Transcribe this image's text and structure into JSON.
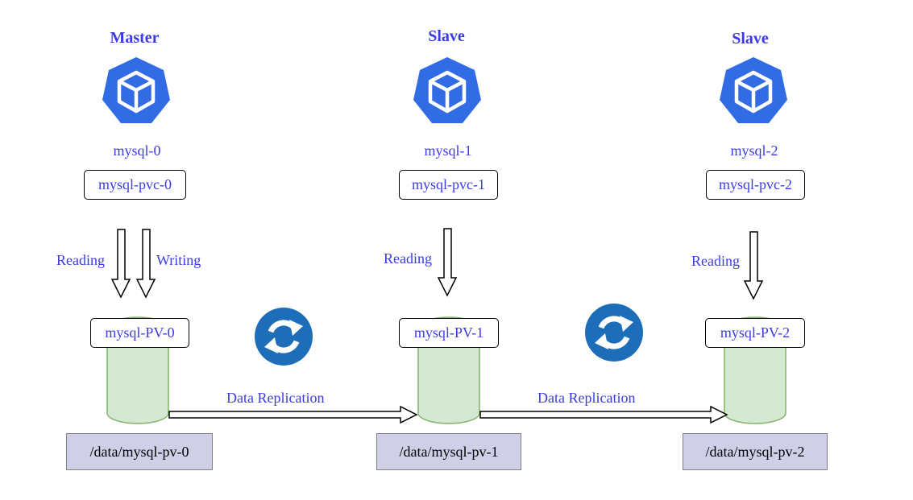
{
  "nodes": [
    {
      "role": "Master",
      "pod": "mysql-0",
      "pvc": "mysql-pvc-0",
      "pv": "mysql-PV-0",
      "path": "/data/mysql-pv-0"
    },
    {
      "role": "Slave",
      "pod": "mysql-1",
      "pvc": "mysql-pvc-1",
      "pv": "mysql-PV-1",
      "path": "/data/mysql-pv-1"
    },
    {
      "role": "Slave",
      "pod": "mysql-2",
      "pvc": "mysql-pvc-2",
      "pv": "mysql-PV-2",
      "path": "/data/mysql-pv-2"
    }
  ],
  "access": {
    "reading": "Reading",
    "writing": "Writing"
  },
  "replication": {
    "label": "Data Replication"
  },
  "colors": {
    "accent": "#3b3be6",
    "icon": "#326ce5",
    "disk_fill": "#d5e8d4",
    "disk_stroke": "#82b366",
    "path_fill": "#d0cfe8"
  },
  "icons": [
    "kubernetes-pod-icon",
    "sync-icon"
  ]
}
